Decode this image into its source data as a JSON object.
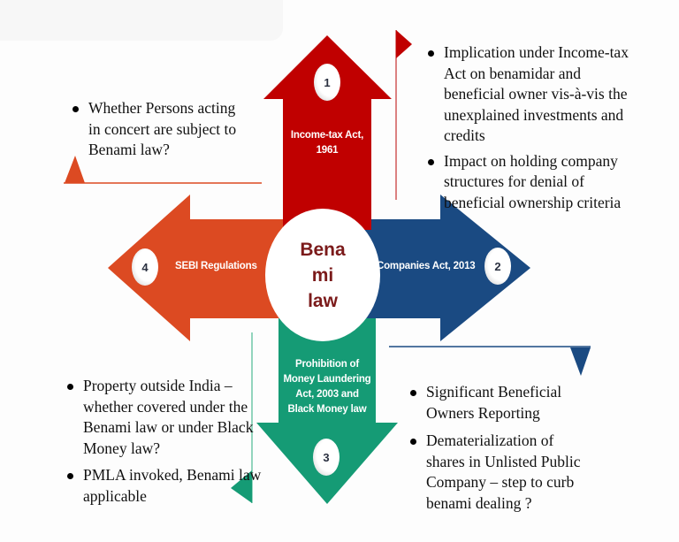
{
  "diagram": {
    "center": {
      "label": "Bena mi law",
      "lines": [
        "Bena",
        "mi",
        "law"
      ]
    },
    "colors": {
      "income_tax": "#c00000",
      "companies": "#1a4a82",
      "pmla": "#159b75",
      "sebi": "#dc4a22",
      "center_text": "#7b1a1a"
    },
    "arrows": [
      {
        "number": "1",
        "label_lines": [
          "Income-tax Act,",
          "1961"
        ],
        "direction": "up",
        "icon": "arrow-up-icon"
      },
      {
        "number": "2",
        "label_lines": [
          "Companies Act, 2013"
        ],
        "direction": "right",
        "icon": "arrow-right-icon"
      },
      {
        "number": "3",
        "label_lines": [
          "Prohibition of",
          "Money Laundering",
          "Act, 2003 and",
          "Black Money law"
        ],
        "direction": "down",
        "icon": "arrow-down-icon"
      },
      {
        "number": "4",
        "label_lines": [
          "SEBI Regulations"
        ],
        "direction": "left",
        "icon": "arrow-left-icon"
      }
    ],
    "callouts": {
      "top_left": [
        "Whether Persons acting in concert are subject to Benami law?"
      ],
      "top_right": [
        "Implication under Income-tax Act on benamidar and beneficial owner vis-à-vis the unexplained investments and credits",
        "Impact on holding company structures for denial of beneficial ownership criteria"
      ],
      "bottom_left": [
        "Property outside India – whether covered under the Benami law or under Black Money law?",
        "PMLA invoked, Benami law applicable"
      ],
      "bottom_right": [
        "Significant Beneficial Owners Reporting",
        "Dematerialization of shares in Unlisted Public Company – step to curb benami dealing ?"
      ]
    }
  }
}
